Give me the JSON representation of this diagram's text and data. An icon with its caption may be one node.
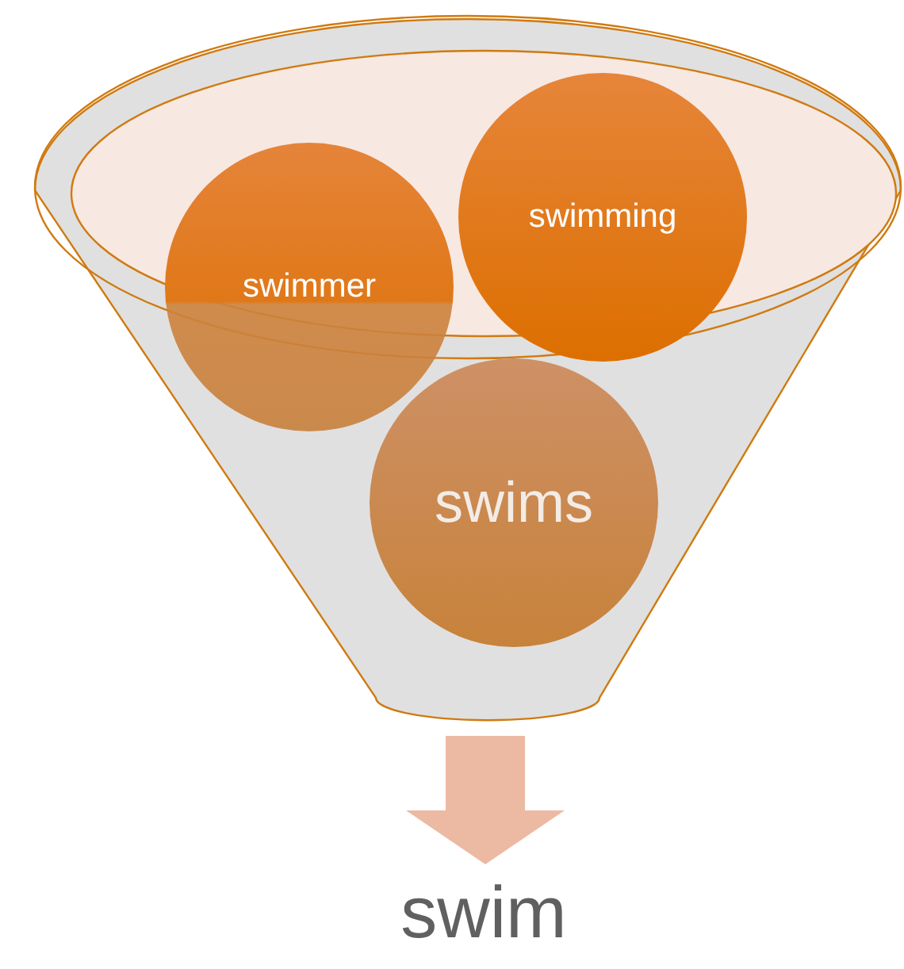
{
  "diagram": {
    "nodes": [
      {
        "text": [],
        "shape": "funnel"
      },
      {
        "text": [
          "swimmer"
        ],
        "in": 0
      },
      {
        "text": [
          "swimming"
        ],
        "in": 0
      },
      {
        "text": [
          "swims"
        ],
        "in": 0
      },
      {
        "text": [
          "swim"
        ]
      }
    ],
    "edges": [
      {
        "from": 0,
        "to": 4,
        "arrow": "to"
      }
    ]
  }
}
